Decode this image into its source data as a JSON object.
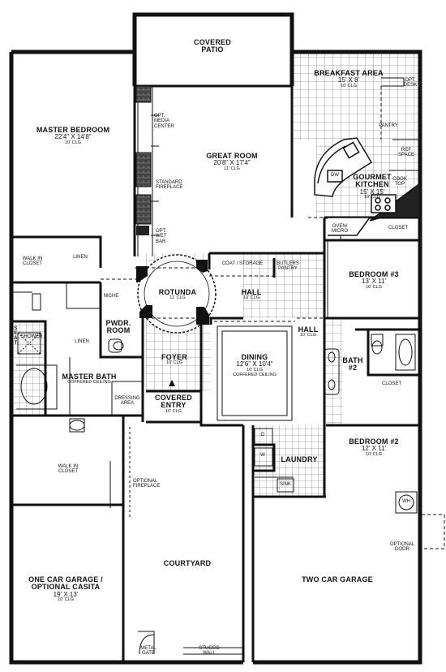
{
  "rooms": {
    "covered_patio": {
      "name1": "COVERED",
      "name2": "PATIO"
    },
    "breakfast_area": {
      "name": "BREAKFAST AREA",
      "dims": "15' X 8'",
      "clg": "10' CLG"
    },
    "master_bedroom": {
      "name": "MASTER BEDROOM",
      "dims": "22'4\" X 14'8\"",
      "clg": "10' CLG"
    },
    "great_room": {
      "name": "GREAT ROOM",
      "dims": "20'8\" X 17'4\"",
      "clg": "11' CLG"
    },
    "gourmet_kitchen": {
      "name1": "GOURMET",
      "name2": "KITCHEN",
      "dims": "15' X 15'",
      "clg": "10' CLG"
    },
    "rotunda": {
      "name": "ROTUNDA",
      "clg": "11' CLG"
    },
    "hall_center": {
      "name": "HALL",
      "clg": "10' CLG"
    },
    "hall_right": {
      "name": "HALL",
      "clg": "10' CLG"
    },
    "bedroom3": {
      "name": "BEDROOM #3",
      "dims": "13' X 11'",
      "clg": "10' CLG"
    },
    "bedroom2": {
      "name": "BEDROOM #2",
      "dims": "12' X 11'",
      "clg": "10' CLG"
    },
    "bath2": {
      "name1": "BATH",
      "name2": "#2"
    },
    "dining": {
      "name": "DINING",
      "dims": "12'6\" X 10'4\"",
      "clg": "10' CLG",
      "ceiling": "COFFERED CEILING"
    },
    "foyer": {
      "name": "FOYER",
      "clg": "10' CLG"
    },
    "covered_entry": {
      "name1": "COVERED",
      "name2": "ENTRY",
      "clg": "10' CLG"
    },
    "pwdr_room": {
      "name1": "PWDR.",
      "name2": "ROOM"
    },
    "master_bath": {
      "name": "MASTER BATH",
      "ceiling": "COFFERED CEILING"
    },
    "walk_in_closet_top": {
      "name1": "WALK IN",
      "name2": "CLOSET"
    },
    "walk_in_closet_bottom": {
      "name1": "WALK IN",
      "name2": "CLOSET"
    },
    "laundry": {
      "name": "LAUNDRY"
    },
    "courtyard": {
      "name": "COURTYARD"
    },
    "one_car_garage": {
      "name1": "ONE CAR GARAGE /",
      "name2": "OPTIONAL CASITA",
      "dims": "19' X 13'",
      "clg": "10' CLG"
    },
    "two_car_garage": {
      "name": "TWO CAR GARAGE"
    }
  },
  "notes": {
    "opt_desk": [
      "OPT.",
      "DESK"
    ],
    "pantry": "PANTRY",
    "ref_space": [
      "REF",
      "SPACE"
    ],
    "cook_top": [
      "COOK",
      "TOP"
    ],
    "dw": "DW",
    "oven_micro": [
      "OVEN/",
      "MICRO"
    ],
    "closet_bed3": "CLOSET",
    "closet_bath2": "CLOSET",
    "opt_media_center": [
      "OPT.",
      "MEDIA",
      "CENTER"
    ],
    "standard_fireplace": [
      "STANDARD",
      "FIREPLACE"
    ],
    "opt_wet_bar": [
      "OPT.",
      "WET",
      "BAR"
    ],
    "linen_top": "LINEN",
    "linen_bath": "LINEN",
    "coat_storage": "COAT / STORAGE",
    "butlers_pantry": [
      "BUTLERS",
      "PANTRY"
    ],
    "niche": "NICHE",
    "shower": "SHOWER",
    "seat": "SEAT",
    "dressing_area": [
      "DRESSING",
      "AREA"
    ],
    "washer": "W",
    "dryer": "D",
    "sink": "SINK",
    "water_heater": "WH",
    "optional_door": [
      "OPTIONAL",
      "DOOR"
    ],
    "optional_fireplace": [
      "OPTIONAL",
      "FIREPLACE"
    ],
    "metal_gate": [
      "METAL",
      "GATE"
    ],
    "stucco_wall": [
      "STUCCO",
      "WALL"
    ]
  }
}
